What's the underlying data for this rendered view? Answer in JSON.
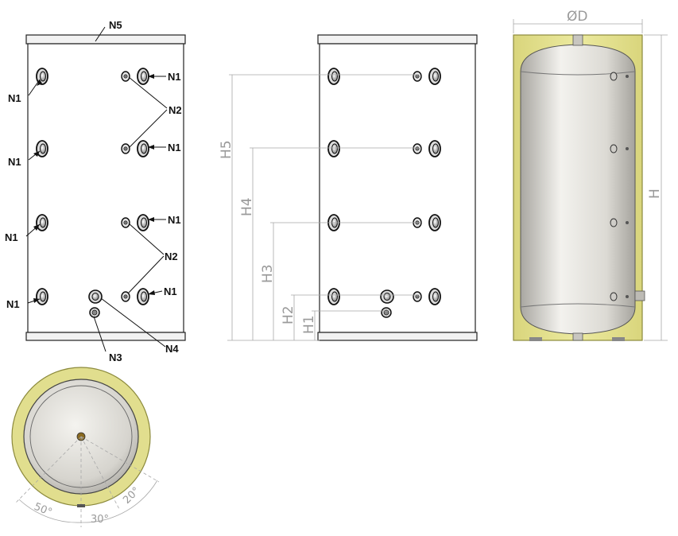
{
  "nozzle_labels": {
    "n1": "N1",
    "n2": "N2",
    "n3": "N3",
    "n4": "N4",
    "n5": "N5"
  },
  "dimensions": {
    "h1": "H1",
    "h2": "H2",
    "h3": "H3",
    "h4": "H4",
    "h5": "H5",
    "h": "H",
    "diameter": "ØD"
  },
  "angles": {
    "a50": "50°",
    "a30": "30°",
    "a20": "20°"
  },
  "colors": {
    "insulation": "#e5e29c",
    "insulation_edge": "#8c8a3c",
    "tank": "#d9d7d2",
    "tank_light": "#f1f0ec",
    "tank_dark": "#a8a6a0",
    "line": "#222222",
    "dimension": "#9a9a9a"
  }
}
